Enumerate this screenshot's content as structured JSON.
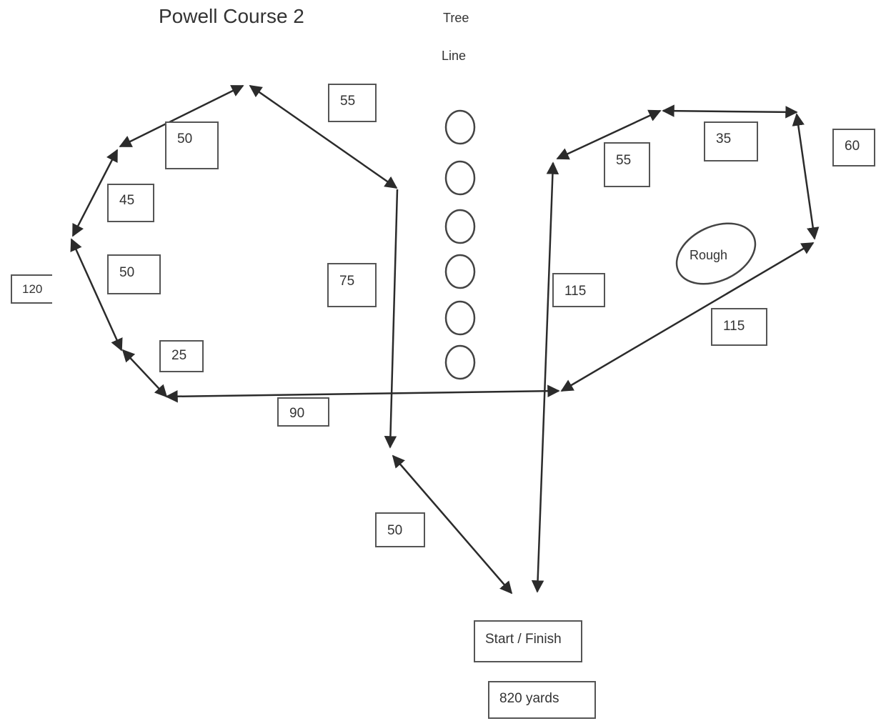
{
  "title": "Powell Course 2",
  "tree_line": {
    "line1": "Tree",
    "line2": "Line"
  },
  "rough_label": "Rough",
  "start_finish": "Start / Finish",
  "total": "820 yards",
  "distances": {
    "d55_top": "55",
    "d50_upper": "50",
    "d45": "45",
    "d50_lower": "50",
    "d120": "120",
    "d25": "25",
    "d75": "75",
    "d90": "90",
    "d50_bottom": "50",
    "d115_left": "115",
    "d55_right": "55",
    "d35": "35",
    "d60": "60",
    "d115_right": "115"
  },
  "colors": {
    "line": "#2b2b2b",
    "box_border": "#555555",
    "text": "#333333"
  }
}
